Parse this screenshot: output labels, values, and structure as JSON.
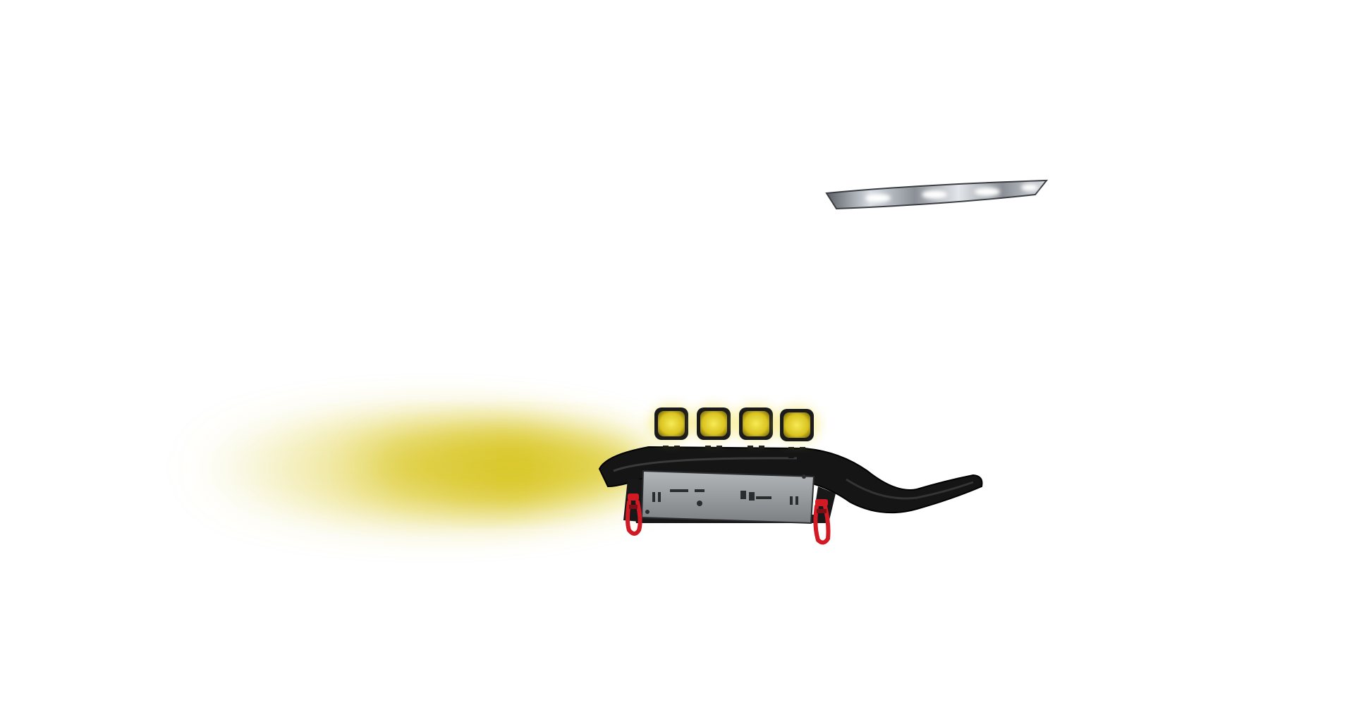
{
  "scene": {
    "background": "#ffffff",
    "beam_color": "#d8c81e",
    "lamp_color": "#e8d22a",
    "bar_color": "#141414",
    "plate_color": "#8f9396",
    "shackle_color": "#d11a24",
    "drl_color": "#f4f6f8"
  },
  "lamps": [
    {
      "name": "work-lamp-1"
    },
    {
      "name": "work-lamp-2"
    },
    {
      "name": "work-lamp-3"
    },
    {
      "name": "work-lamp-4"
    }
  ]
}
